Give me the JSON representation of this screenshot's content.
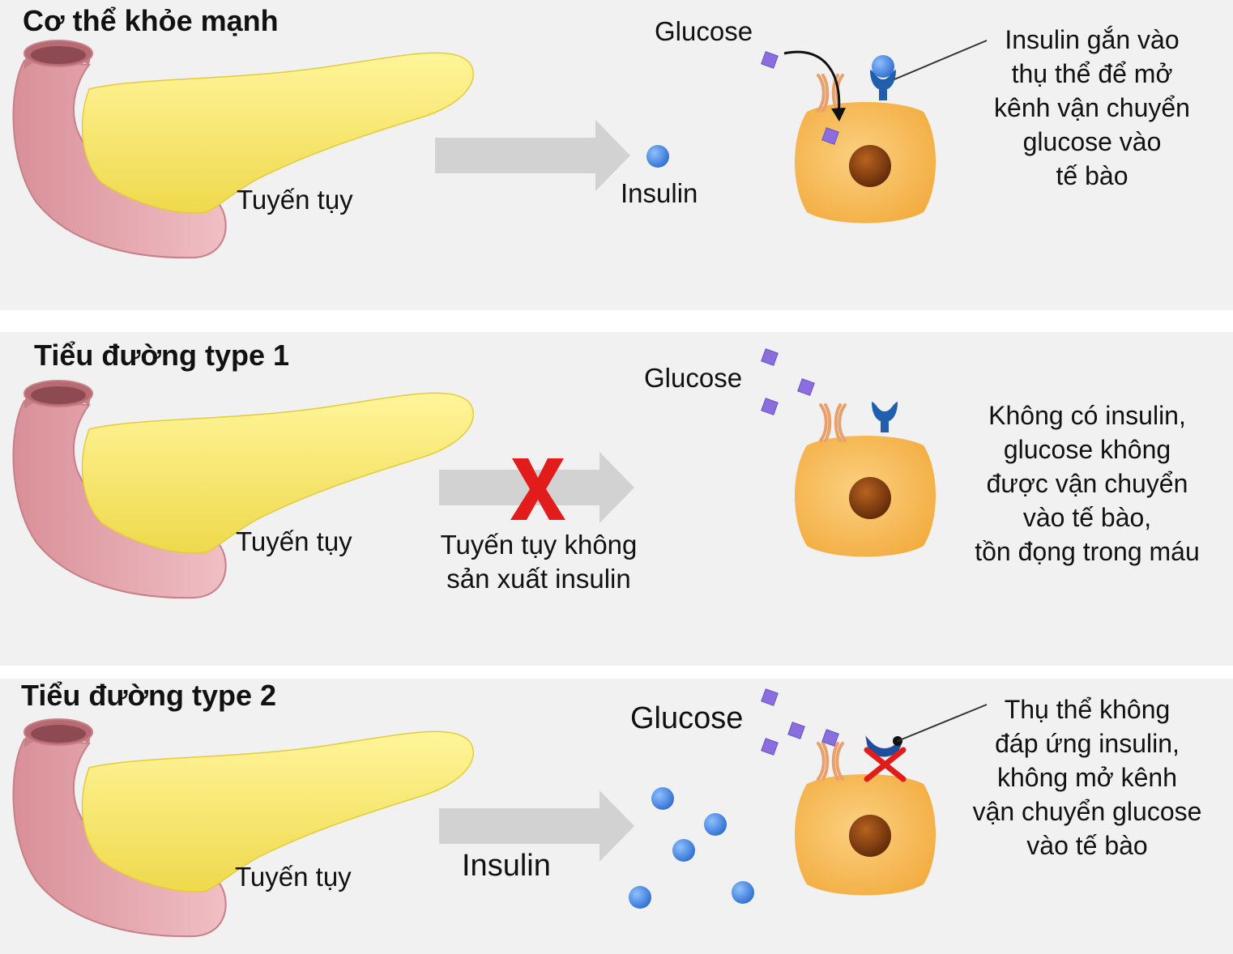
{
  "panels": [
    {
      "title": "Cơ thể khỏe mạnh",
      "pancreas_label": "Tuyến tụy",
      "glucose_label": "Glucose",
      "insulin_label": "Insulin",
      "description": [
        "Insulin gắn vào",
        "thụ thể để mở",
        "kênh vận chuyển",
        "glucose vào",
        "tế bào"
      ]
    },
    {
      "title": "Tiểu đường type 1",
      "pancreas_label": "Tuyến tụy",
      "glucose_label": "Glucose",
      "no_insulin_label": [
        "Tuyến tụy không",
        "sản xuất insulin"
      ],
      "description": [
        "Không có insulin,",
        "glucose không",
        "được vận chuyển",
        "vào tế bào,",
        "tồn đọng trong máu"
      ]
    },
    {
      "title": "Tiểu đường type 2",
      "pancreas_label": "Tuyến tụy",
      "glucose_label": "Glucose",
      "insulin_label": "Insulin",
      "description": [
        "Thụ thể không",
        "đáp ứng insulin,",
        "không mở kênh",
        "vận chuyển glucose",
        "vào tế bào"
      ]
    }
  ],
  "colors": {
    "pancreas_body": "#f4e66a",
    "duodenum": "#e2a3aa",
    "cell": "#f7b84b",
    "nucleus": "#8a3f10",
    "insulin": "#4a8fe0",
    "glucose": "#8a6ee0",
    "receptor": "#1f4e9c",
    "channel": "#f2b98a",
    "arrow": "#d0d0d0",
    "cross": "#e21b1b"
  }
}
